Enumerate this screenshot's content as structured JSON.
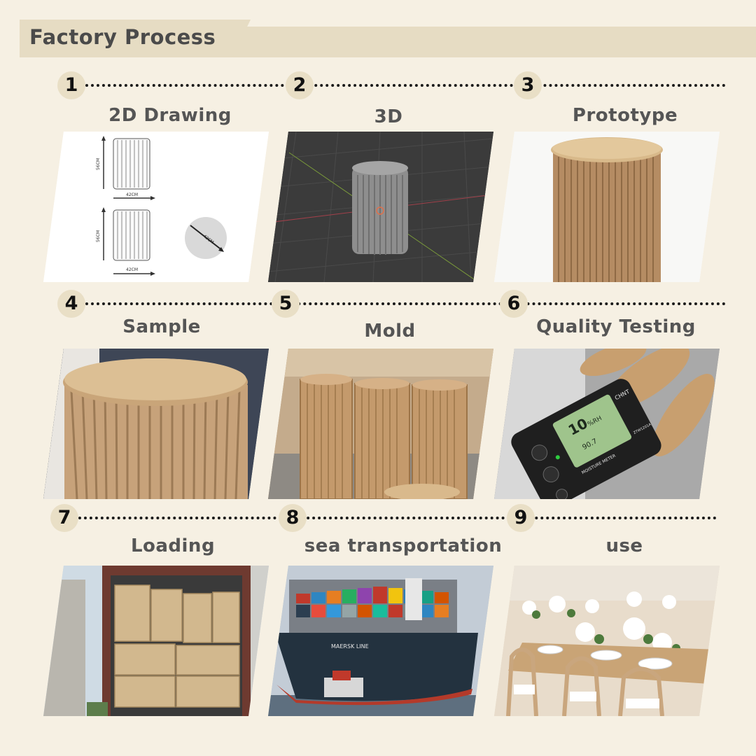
{
  "header": {
    "title": "Factory Process"
  },
  "steps": [
    {
      "number": "1",
      "title": "2D Drawing"
    },
    {
      "number": "2",
      "title": "3D"
    },
    {
      "number": "3",
      "title": "Prototype"
    },
    {
      "number": "4",
      "title": "Sample"
    },
    {
      "number": "5",
      "title": "Mold"
    },
    {
      "number": "6",
      "title": "Quality Testing"
    },
    {
      "number": "7",
      "title": "Loading"
    },
    {
      "number": "8",
      "title": "sea transportation"
    },
    {
      "number": "9",
      "title": "use"
    }
  ],
  "drawing": {
    "height_label": "56CM",
    "width_label": "42CM",
    "diameter_label": "42CM"
  },
  "meter": {
    "brand": "CHNT",
    "model": "ZTW1201A",
    "reading": "10",
    "unit": "%RH",
    "sub_reading": "90.7",
    "name": "MOISTURE METER"
  },
  "ship": {
    "hull_text": "MAERSK LINE"
  }
}
